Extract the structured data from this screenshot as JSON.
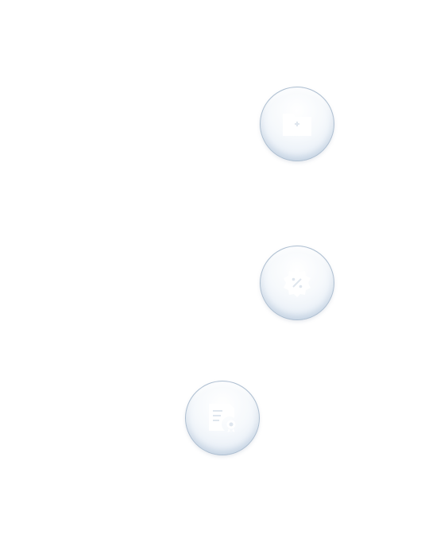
{
  "buttons": [
    {
      "id": "btn-folder",
      "icon": "folder-plus-icon"
    },
    {
      "id": "btn-discount",
      "icon": "discount-badge-icon"
    },
    {
      "id": "btn-certificate",
      "icon": "certificate-document-icon"
    }
  ],
  "colors": {
    "background": "#ffffff",
    "button_rim": "#aebfd1",
    "button_face": "#f1f5fa",
    "icon_fill": "#ffffff"
  }
}
